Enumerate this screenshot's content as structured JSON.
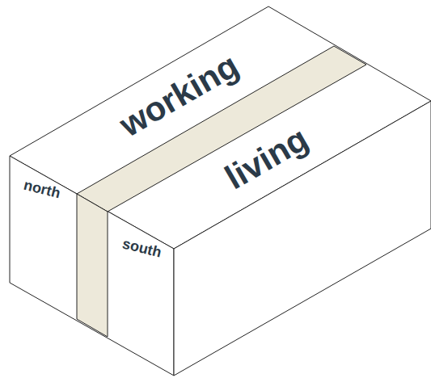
{
  "diagram": {
    "labels": [
      "working",
      "living",
      "north",
      "south"
    ]
  }
}
